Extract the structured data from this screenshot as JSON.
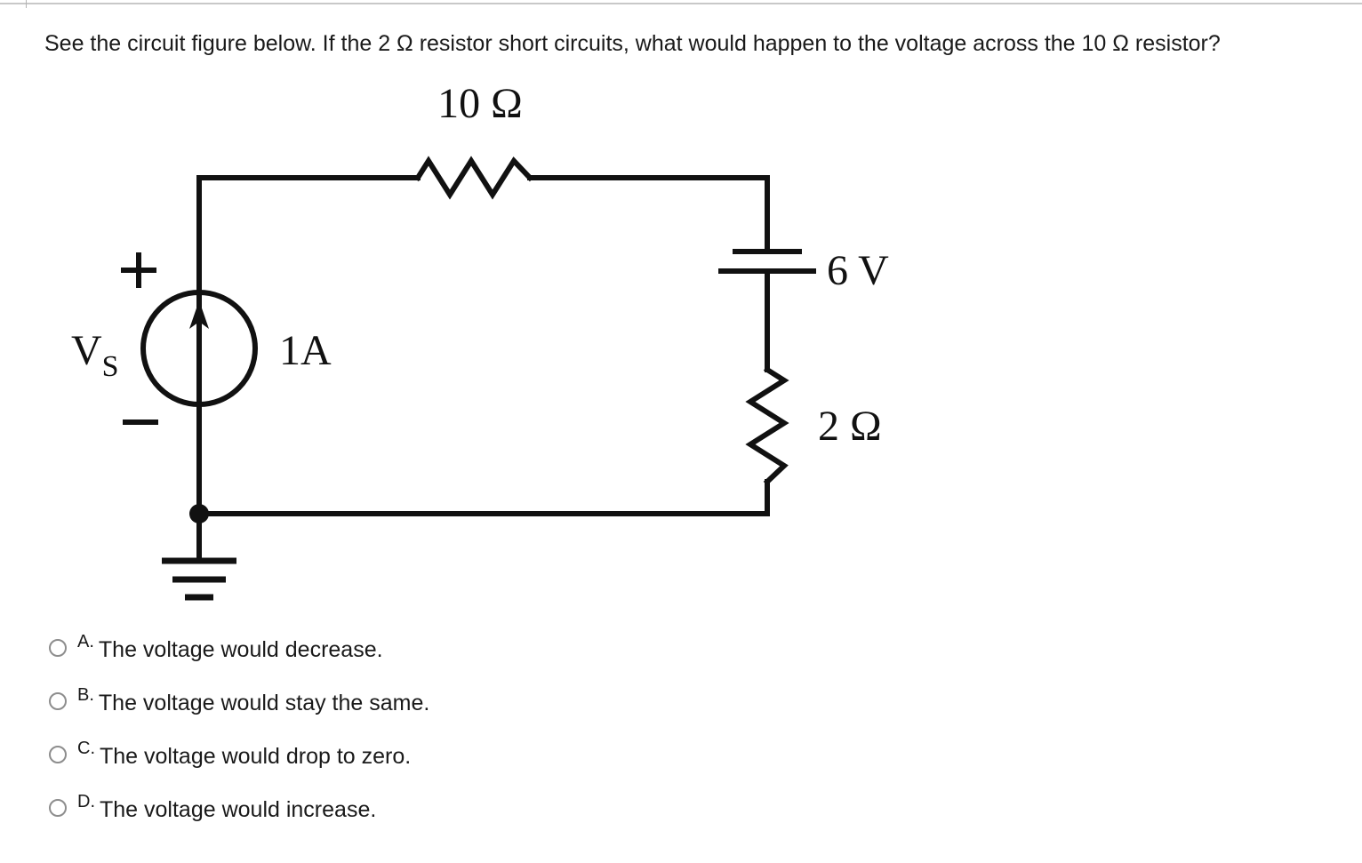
{
  "question": {
    "text": "See the circuit figure below. If the 2 Ω resistor short circuits, what would happen to the voltage across the 10 Ω resistor?"
  },
  "circuit": {
    "resistor_top_label": "10 Ω",
    "source_label": "V",
    "source_label_sub": "S",
    "source_plus": "+",
    "source_minus": "−",
    "current_label": "1A",
    "battery_label": "6 V",
    "resistor_right_label": "2 Ω"
  },
  "options": [
    {
      "letter": "A.",
      "text": "The voltage would decrease."
    },
    {
      "letter": "B.",
      "text": "The voltage would stay the same."
    },
    {
      "letter": "C.",
      "text": "The voltage would drop to zero."
    },
    {
      "letter": "D.",
      "text": "The voltage would increase."
    }
  ],
  "colors": {
    "ink": "#111111",
    "text": "#1a1a1a",
    "rule": "#c8c8c8",
    "radio_border": "#8d8d8d"
  }
}
